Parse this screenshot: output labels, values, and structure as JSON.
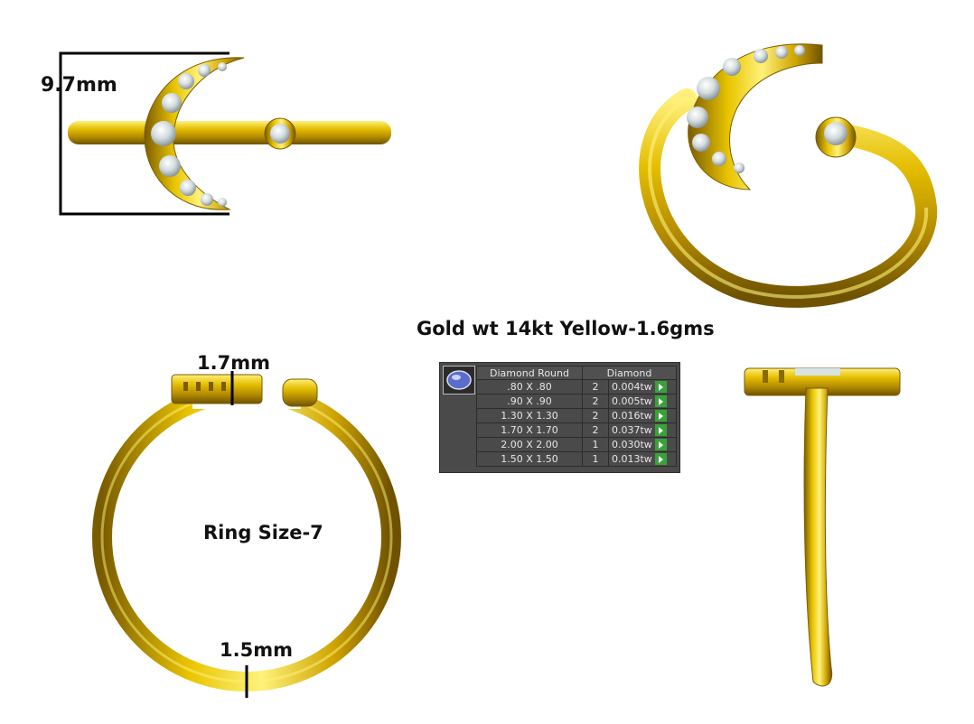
{
  "dimensions": {
    "height": "9.7mm",
    "band_top": "1.7mm",
    "band_bottom": "1.5mm"
  },
  "ring_size": "Ring Size-7",
  "gold_weight": "Gold wt 14kt Yellow-1.6gms",
  "diamond_table": {
    "header_shape": "Diamond Round",
    "header_type": "Diamond",
    "rows": [
      {
        "size": ".80 X .80",
        "qty": "2",
        "weight": "0.004tw"
      },
      {
        "size": ".90 X .90",
        "qty": "2",
        "weight": "0.005tw"
      },
      {
        "size": "1.30 X 1.30",
        "qty": "2",
        "weight": "0.016tw"
      },
      {
        "size": "1.70 X 1.70",
        "qty": "2",
        "weight": "0.037tw"
      },
      {
        "size": "2.00 X 2.00",
        "qty": "1",
        "weight": "0.030tw"
      },
      {
        "size": "1.50 X 1.50",
        "qty": "1",
        "weight": "0.013tw"
      }
    ]
  },
  "colors": {
    "gold": "#d8b000",
    "gold_dark": "#8a6a00",
    "gold_light": "#ffe34a",
    "diamond": "#e8eef0",
    "table_bg": "#4a4a4a",
    "button_green": "#3aa13a"
  }
}
